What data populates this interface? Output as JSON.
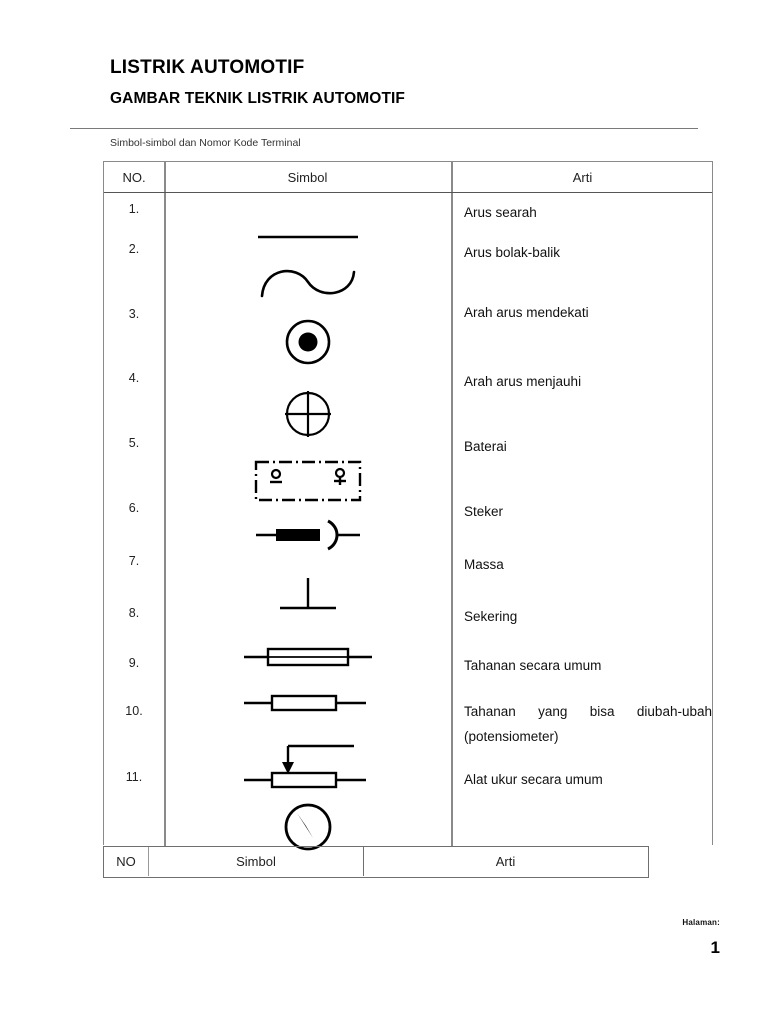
{
  "document": {
    "title_main": "LISTRIK AUTOMOTIF",
    "title_sub": "GAMBAR TEKNIK LISTRIK AUTOMOTIF",
    "caption": "Simbol-simbol dan Nomor Kode Terminal"
  },
  "table": {
    "headers": {
      "no": "NO.",
      "simbol": "Simbol",
      "arti": "Arti"
    },
    "rows": [
      {
        "no": "1.",
        "arti": "Arus searah",
        "symbol": "dc-line-symbol"
      },
      {
        "no": "2.",
        "arti": "Arus bolak-balik",
        "symbol": "ac-sine-symbol"
      },
      {
        "no": "3.",
        "arti": "Arah arus mendekati",
        "symbol": "current-toward-symbol"
      },
      {
        "no": "4.",
        "arti": "Arah arus menjauhi",
        "symbol": "current-away-symbol"
      },
      {
        "no": "5.",
        "arti": "Baterai",
        "symbol": "battery-symbol"
      },
      {
        "no": "6.",
        "arti": "Steker",
        "symbol": "plug-symbol"
      },
      {
        "no": "7.",
        "arti": "Massa",
        "symbol": "ground-symbol"
      },
      {
        "no": "8.",
        "arti": "Sekering",
        "symbol": "fuse-symbol"
      },
      {
        "no": "9.",
        "arti": "Tahanan secara umum",
        "symbol": "resistor-symbol"
      },
      {
        "no": "10.",
        "arti_line1": "Tahanan yang bisa diubah-ubah",
        "arti_line2": "(potensiometer)",
        "symbol": "potentiometer-symbol"
      },
      {
        "no": "11.",
        "arti": "Alat ukur secara umum",
        "symbol": "meter-symbol"
      }
    ]
  },
  "footer_table": {
    "no": "NO",
    "simbol": "Simbol",
    "arti": "Arti"
  },
  "page_footer": {
    "halaman_label": "Halaman:",
    "page_number": "1"
  },
  "colors": {
    "ink": "#000000",
    "border": "#8a8a8a",
    "paper": "#ffffff"
  }
}
